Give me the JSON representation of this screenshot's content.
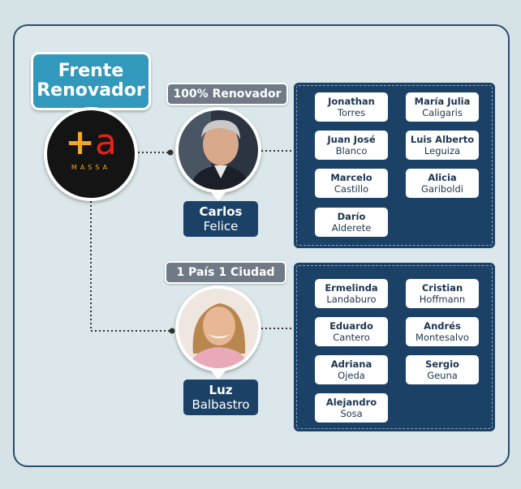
{
  "party": {
    "title_line1": "Frente",
    "title_line2": "Renovador",
    "logo_mark_plus": "+",
    "logo_mark_a": "a",
    "logo_word": "MASSA"
  },
  "lists": [
    {
      "name": "100% Renovador",
      "candidate": {
        "first": "Carlos",
        "last": "Felice"
      },
      "members": [
        {
          "first": "Jonathan",
          "last": "Torres"
        },
        {
          "first": "María Julia",
          "last": "Caligaris"
        },
        {
          "first": "Juan José",
          "last": "Blanco"
        },
        {
          "first": "Luis Alberto",
          "last": "Leguiza"
        },
        {
          "first": "Marcelo",
          "last": "Castillo"
        },
        {
          "first": "Alicia",
          "last": "Gariboldi"
        },
        {
          "first": "Darío",
          "last": "Alderete"
        }
      ]
    },
    {
      "name": "1 País 1 Ciudad",
      "candidate": {
        "first": "Luz",
        "last": "Balbastro"
      },
      "members": [
        {
          "first": "Ermelinda",
          "last": "Landaburo"
        },
        {
          "first": "Cristian",
          "last": "Hoffmann"
        },
        {
          "first": "Eduardo",
          "last": "Cantero"
        },
        {
          "first": "Andrés",
          "last": "Montesalvo"
        },
        {
          "first": "Adriana",
          "last": "Ojeda"
        },
        {
          "first": "Sergio",
          "last": "Geuna"
        },
        {
          "first": "Alejandro",
          "last": "Sosa"
        }
      ]
    }
  ],
  "colors": {
    "navy": "#1c4166",
    "party_blue": "#3399bc",
    "tag_gray": "#6f7a86",
    "background": "#d6e3e6"
  }
}
